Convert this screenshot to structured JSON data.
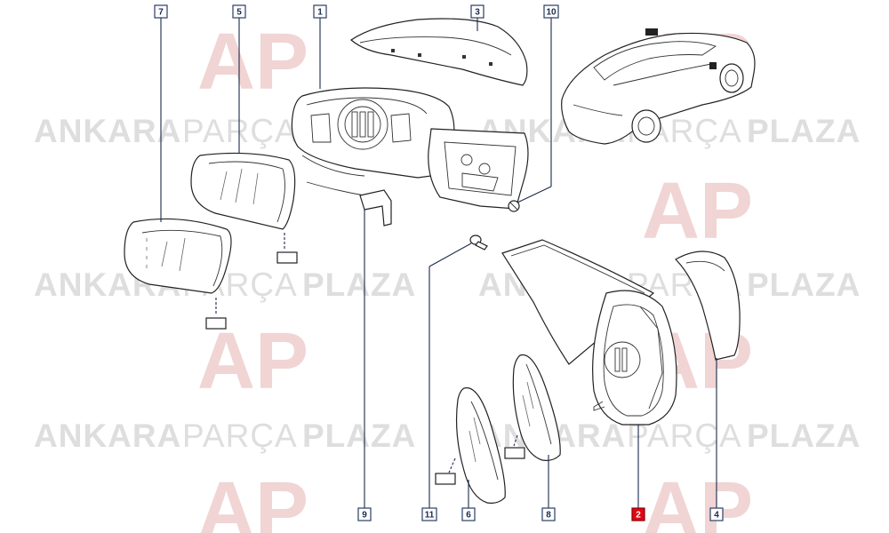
{
  "watermark": {
    "text_left": "ANKARA",
    "text_mid": "PARÇA",
    "text_right": "PLAZA",
    "logo_letters": "AP",
    "colors": {
      "grey": "#dcdcdc",
      "logo_red": "#f3c9c9"
    }
  },
  "callouts": [
    {
      "id": "7",
      "highlight": false
    },
    {
      "id": "5",
      "highlight": false
    },
    {
      "id": "1",
      "highlight": false
    },
    {
      "id": "3",
      "highlight": false
    },
    {
      "id": "10",
      "highlight": false
    },
    {
      "id": "9",
      "highlight": false
    },
    {
      "id": "11",
      "highlight": false
    },
    {
      "id": "6",
      "highlight": false
    },
    {
      "id": "8",
      "highlight": false
    },
    {
      "id": "2",
      "highlight": true
    },
    {
      "id": "4",
      "highlight": false
    }
  ],
  "colors": {
    "highlight": "#e10613",
    "callout_border": "#2a3e66",
    "line": "#222222"
  }
}
